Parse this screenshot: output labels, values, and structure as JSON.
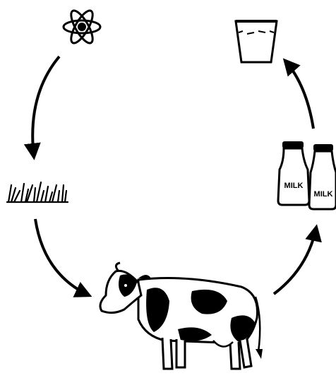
{
  "cycle": {
    "nodes": [
      {
        "id": "atom",
        "icon": "atom-icon"
      },
      {
        "id": "grass",
        "icon": "grass-icon"
      },
      {
        "id": "cow",
        "icon": "cow-icon"
      },
      {
        "id": "milk-bottles",
        "icon": "milk-bottles-icon",
        "labels": [
          "MILK",
          "MILK"
        ]
      },
      {
        "id": "glass",
        "icon": "milk-glass-icon"
      }
    ],
    "flow": [
      "atom",
      "grass",
      "cow",
      "milk-bottles",
      "glass"
    ]
  },
  "colors": {
    "ink": "#000000",
    "paper": "#ffffff"
  }
}
